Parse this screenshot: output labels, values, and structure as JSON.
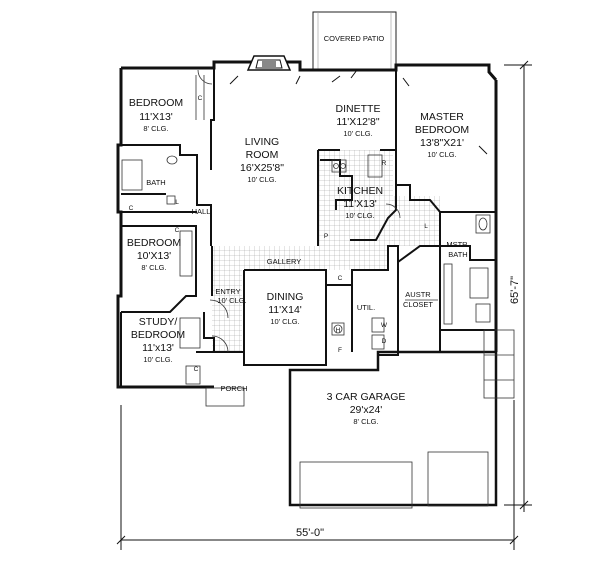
{
  "rooms": {
    "covered_patio": "COVERED PATIO",
    "bedroom1": {
      "name": "BEDROOM",
      "size": "11'X13'",
      "clg": "8' CLG."
    },
    "living": {
      "name1": "LIVING",
      "name2": "ROOM",
      "size": "16'X25'8\"",
      "clg": "10' CLG."
    },
    "dinette": {
      "name": "DINETTE",
      "size": "11'X12'8\"",
      "clg": "10' CLG."
    },
    "master": {
      "name1": "MASTER",
      "name2": "BEDROOM",
      "size": "13'8\"X21'",
      "clg": "10' CLG."
    },
    "bath": "BATH",
    "hall": "HALL",
    "kitchen": {
      "name": "KITCHEN",
      "size": "11'X13'",
      "clg": "10' CLG."
    },
    "bedroom2": {
      "name": "BEDROOM",
      "size": "10'X13'",
      "clg": "8' CLG."
    },
    "gallery": "GALLERY",
    "entry": {
      "name": "ENTRY",
      "clg": "10' CLG."
    },
    "dining": {
      "name": "DINING",
      "size": "11'X14'",
      "clg": "10' CLG."
    },
    "util": "UTIL.",
    "mstr_bath": {
      "line1": "MSTR.",
      "line2": "BATH"
    },
    "austr_closet": {
      "line1": "AUSTR",
      "line2": "CLOSET"
    },
    "study": {
      "name1": "STUDY/",
      "name2": "BEDROOM",
      "size": "11'x13'",
      "clg": "10' CLG."
    },
    "porch": "PORCH",
    "garage": {
      "name": "3 CAR GARAGE",
      "size": "29'x24'",
      "clg": "8' CLG."
    }
  },
  "markers": {
    "c": "C",
    "l": "L",
    "r": "R",
    "p": "P",
    "w": "W",
    "d": "D",
    "h": "H",
    "f": "F"
  },
  "dimensions": {
    "width": "55'-0\"",
    "depth": "65'-7\""
  }
}
